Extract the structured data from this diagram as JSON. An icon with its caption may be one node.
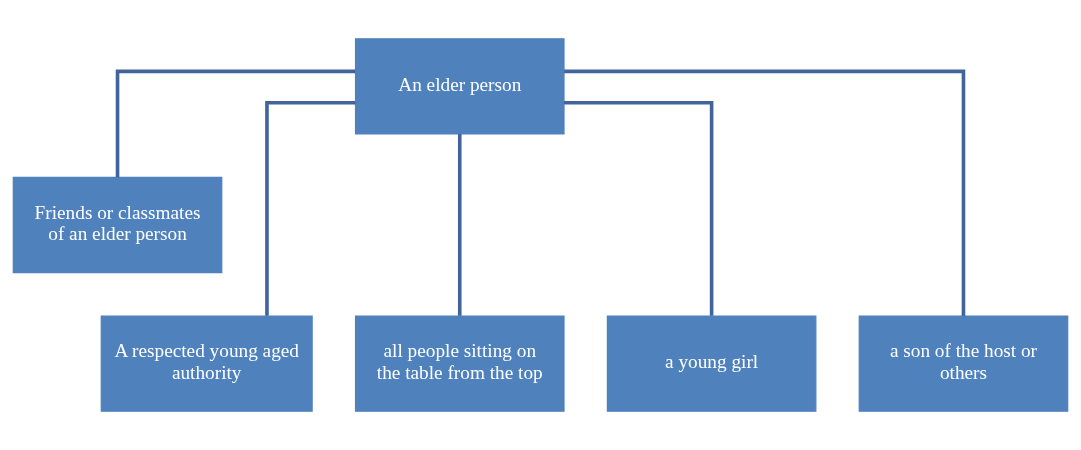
{
  "diagram": {
    "nodes": [
      {
        "text": [
          "An elder person"
        ]
      },
      {
        "text": [
          "Friends or classmates of an elder person"
        ]
      },
      {
        "text": [
          "A respected young aged authority"
        ]
      },
      {
        "text": [
          "all people sitting on the table from the top"
        ]
      },
      {
        "text": [
          "a young girl"
        ]
      },
      {
        "text": [
          "a son of the host or others"
        ]
      }
    ],
    "edges": [
      {
        "from": 0,
        "to": 1,
        "arrow": "none"
      },
      {
        "from": 0,
        "to": 2,
        "arrow": "none"
      },
      {
        "from": 0,
        "to": 3,
        "arrow": "none"
      },
      {
        "from": 0,
        "to": 4,
        "arrow": "none"
      },
      {
        "from": 0,
        "to": 5,
        "arrow": "none"
      }
    ]
  }
}
